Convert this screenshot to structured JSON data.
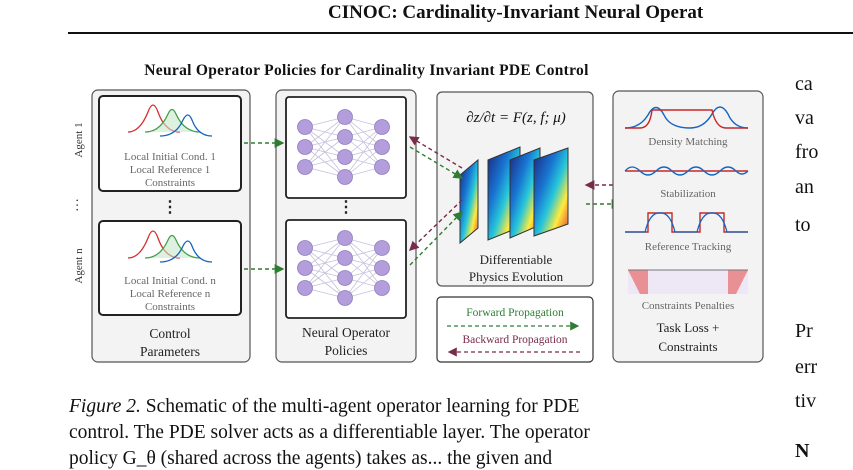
{
  "header": {
    "title": "CINOC: Cardinality-Invariant Neural Operat"
  },
  "figure": {
    "title": "Neural Operator Policies for Cardinality Invariant PDE Control",
    "agents": [
      {
        "side_label": "Agent 1",
        "line1": "Local Initial Cond. 1",
        "line2": "Local Reference 1",
        "line3": "Constraints"
      },
      {
        "side_label": "Agent n",
        "line1": "Local Initial Cond. n",
        "line2": "Local Reference n",
        "line3": "Constraints"
      }
    ],
    "control_params": {
      "line1": "Control",
      "line2": "Parameters"
    },
    "policies": {
      "line1": "Neural Operator",
      "line2": "Policies"
    },
    "equation": "∂z/∂t = F(z, f; μ)",
    "physics": {
      "line1": "Differentiable",
      "line2": "Physics Evolution"
    },
    "legend": {
      "forward": "Forward Propagation",
      "backward": "Backward Propagation"
    },
    "tasks": [
      "Density Matching",
      "Stabilization",
      "Reference Tracking",
      "Constraints Penalties"
    ],
    "task_loss": {
      "line1": "Task Loss +",
      "line2": "Constraints"
    },
    "colors": {
      "forward": "#2e7d32",
      "backward": "#7a2a4a",
      "node": "#b39ddb",
      "panel_bg": "#f3f3f3"
    }
  },
  "caption": {
    "label": "Figure 2.",
    "line1": "Schematic of the multi-agent operator learning for PDE",
    "line2": "control. The PDE solver acts as a differentiable layer. The operator",
    "line3": "policy G_θ (shared across the agents) takes as... the given and"
  },
  "side_text": [
    "ca",
    "va",
    "fro",
    "an",
    "to",
    "Pr",
    "err",
    "tiv",
    "N"
  ]
}
